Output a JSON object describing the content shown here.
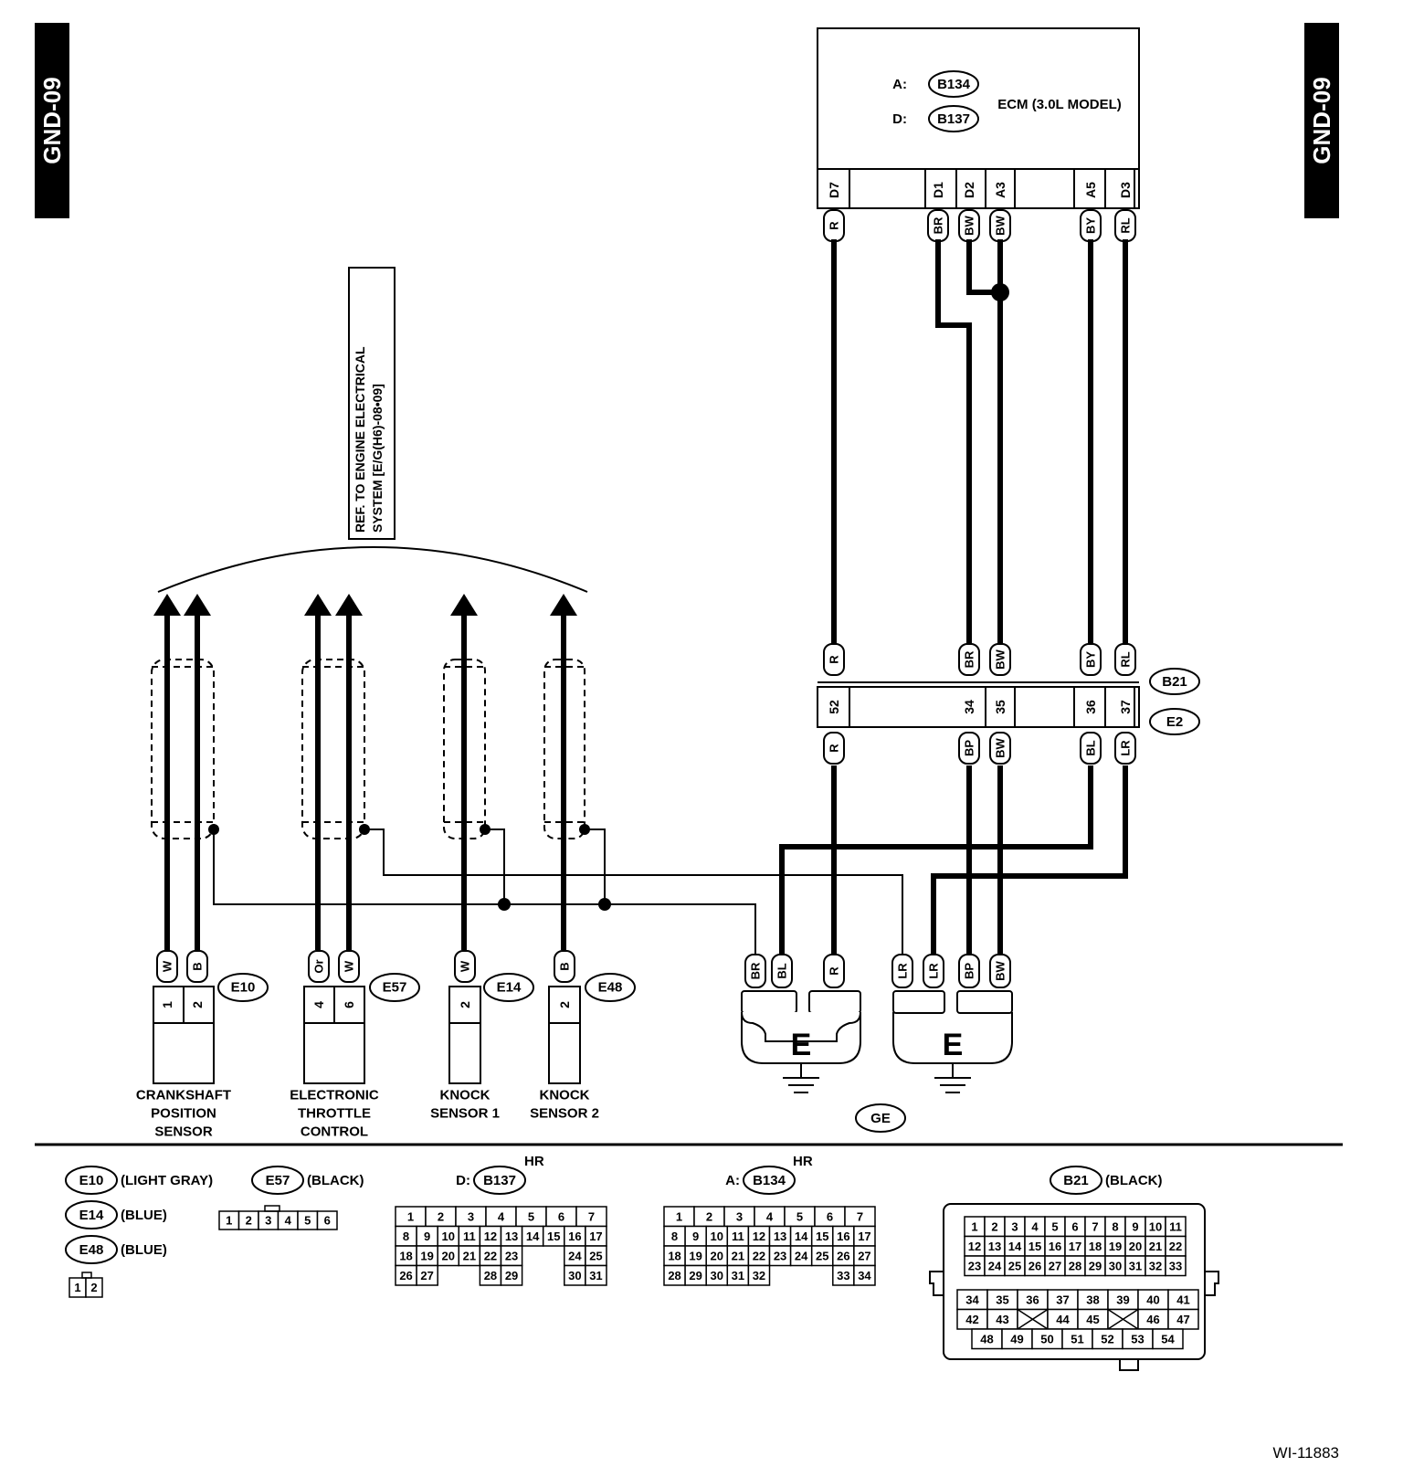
{
  "page_tag": "GND-09",
  "figure_id": "WI-11883",
  "ecm": {
    "title": "ECM (3.0L MODEL)",
    "connector_a_prefix": "A:",
    "connector_a": "B134",
    "connector_d_prefix": "D:",
    "connector_d": "B137",
    "pins": [
      "D7",
      "D1",
      "D2",
      "A3",
      "A5",
      "D3"
    ],
    "wire_colors": [
      "R",
      "BR",
      "BW",
      "BW",
      "BY",
      "RL"
    ]
  },
  "reference_note": [
    "REF. TO ENGINE ELECTRICAL",
    "SYSTEM [E/G(H6)-08•09]"
  ],
  "joint_connector": {
    "upper_id": "B21",
    "lower_id": "E2",
    "upper_colors": [
      "R",
      "BR",
      "BW",
      "BY",
      "RL"
    ],
    "pins": [
      "52",
      "34",
      "35",
      "36",
      "37"
    ],
    "lower_colors": [
      "R",
      "BP",
      "BW",
      "BL",
      "LR"
    ]
  },
  "sensors": [
    {
      "id": "E10",
      "name_lines": [
        "CRANKSHAFT",
        "POSITION",
        "SENSOR"
      ],
      "wire_colors": [
        "W",
        "B"
      ],
      "pins": [
        "1",
        "2"
      ]
    },
    {
      "id": "E57",
      "name_lines": [
        "ELECTRONIC",
        "THROTTLE",
        "CONTROL"
      ],
      "wire_colors": [
        "Or",
        "W"
      ],
      "pins": [
        "4",
        "6"
      ]
    },
    {
      "id": "E14",
      "name_lines": [
        "KNOCK",
        "SENSOR 1"
      ],
      "wire_colors": [
        "W"
      ],
      "pins": [
        "2"
      ]
    },
    {
      "id": "E48",
      "name_lines": [
        "KNOCK",
        "SENSOR 2"
      ],
      "wire_colors": [
        "B"
      ],
      "pins": [
        "2"
      ]
    }
  ],
  "grounds": {
    "left_label": "E",
    "left_colors": [
      "BR",
      "BL",
      "R"
    ],
    "right_label": "E",
    "right_colors": [
      "LR",
      "LR",
      "BP",
      "BW"
    ],
    "tag": "GE"
  },
  "legend": {
    "e10": {
      "id": "E10",
      "color": "(LIGHT GRAY)"
    },
    "e14": {
      "id": "E14",
      "color": "(BLUE)"
    },
    "e48": {
      "id": "E48",
      "color": "(BLUE)"
    },
    "e57": {
      "id": "E57",
      "color": "(BLACK)"
    },
    "small_connector_pins": [
      "1",
      "2"
    ],
    "e57_pins": [
      "1",
      "2",
      "3",
      "4",
      "5",
      "6"
    ],
    "b137": {
      "prefix": "D:",
      "id": "B137",
      "hr": "HR",
      "rows": [
        [
          "1",
          "2",
          "3",
          "4",
          "5",
          "6",
          "7"
        ],
        [
          "8",
          "9",
          "10",
          "11",
          "12",
          "13",
          "14",
          "15",
          "16",
          "17"
        ],
        [
          "18",
          "19",
          "20",
          "21",
          "22",
          "23",
          "",
          "",
          "24",
          "25"
        ],
        [
          "26",
          "27",
          "",
          "",
          "28",
          "29",
          "",
          "",
          "30",
          "31"
        ]
      ]
    },
    "b134": {
      "prefix": "A:",
      "id": "B134",
      "hr": "HR",
      "rows": [
        [
          "1",
          "2",
          "3",
          "4",
          "5",
          "6",
          "7"
        ],
        [
          "8",
          "9",
          "10",
          "11",
          "12",
          "13",
          "14",
          "15",
          "16",
          "17"
        ],
        [
          "18",
          "19",
          "20",
          "21",
          "22",
          "23",
          "24",
          "25",
          "26",
          "27"
        ],
        [
          "28",
          "29",
          "30",
          "31",
          "32",
          "",
          "",
          "",
          "33",
          "34"
        ]
      ]
    },
    "b21": {
      "id": "B21",
      "color": "(BLACK)",
      "top_rows": [
        [
          "1",
          "2",
          "3",
          "4",
          "5",
          "6",
          "7",
          "8",
          "9",
          "10",
          "11"
        ],
        [
          "12",
          "13",
          "14",
          "15",
          "16",
          "17",
          "18",
          "19",
          "20",
          "21",
          "22"
        ],
        [
          "23",
          "24",
          "25",
          "26",
          "27",
          "28",
          "29",
          "30",
          "31",
          "32",
          "33"
        ]
      ],
      "bottom_rows": [
        [
          "34",
          "35",
          "36",
          "37",
          "38",
          "39",
          "40",
          "41"
        ],
        [
          "42",
          "43",
          "X",
          "44",
          "45",
          "X",
          "46",
          "47"
        ],
        [
          "48",
          "49",
          "50",
          "51",
          "52",
          "53",
          "54"
        ]
      ]
    }
  }
}
